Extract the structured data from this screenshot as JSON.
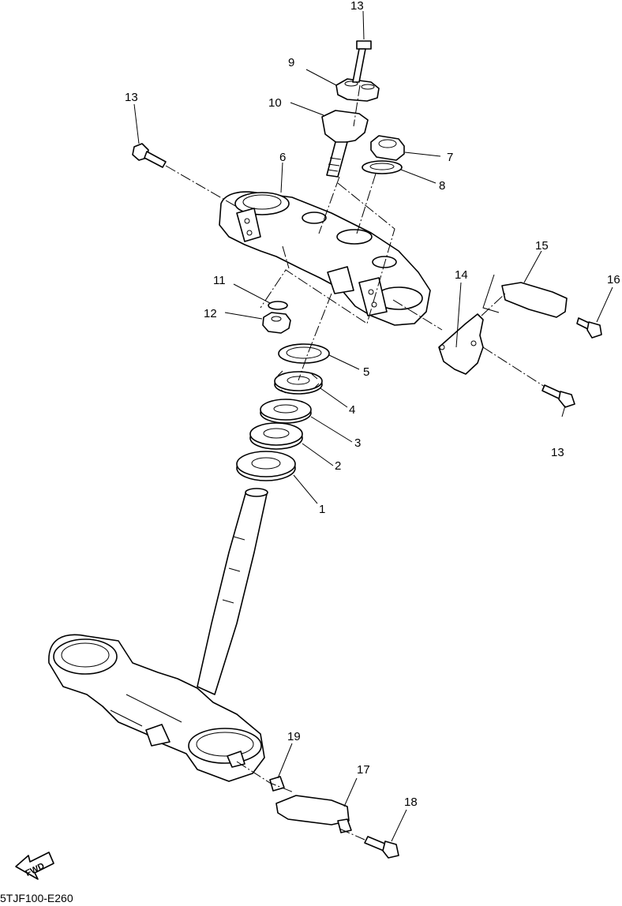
{
  "diagram": {
    "code": "5TJF100-E260",
    "fwd_label": "FWD",
    "callouts": {
      "p1": "1",
      "p2": "2",
      "p3": "3",
      "p4": "4",
      "p5": "5",
      "p6": "6",
      "p7": "7",
      "p8": "8",
      "p9": "9",
      "p10": "10",
      "p11": "11",
      "p12": "12",
      "p13a": "13",
      "p13b": "13",
      "p13c": "13",
      "p14": "14",
      "p15": "15",
      "p16": "16",
      "p17": "17",
      "p18": "18",
      "p19": "19"
    }
  }
}
